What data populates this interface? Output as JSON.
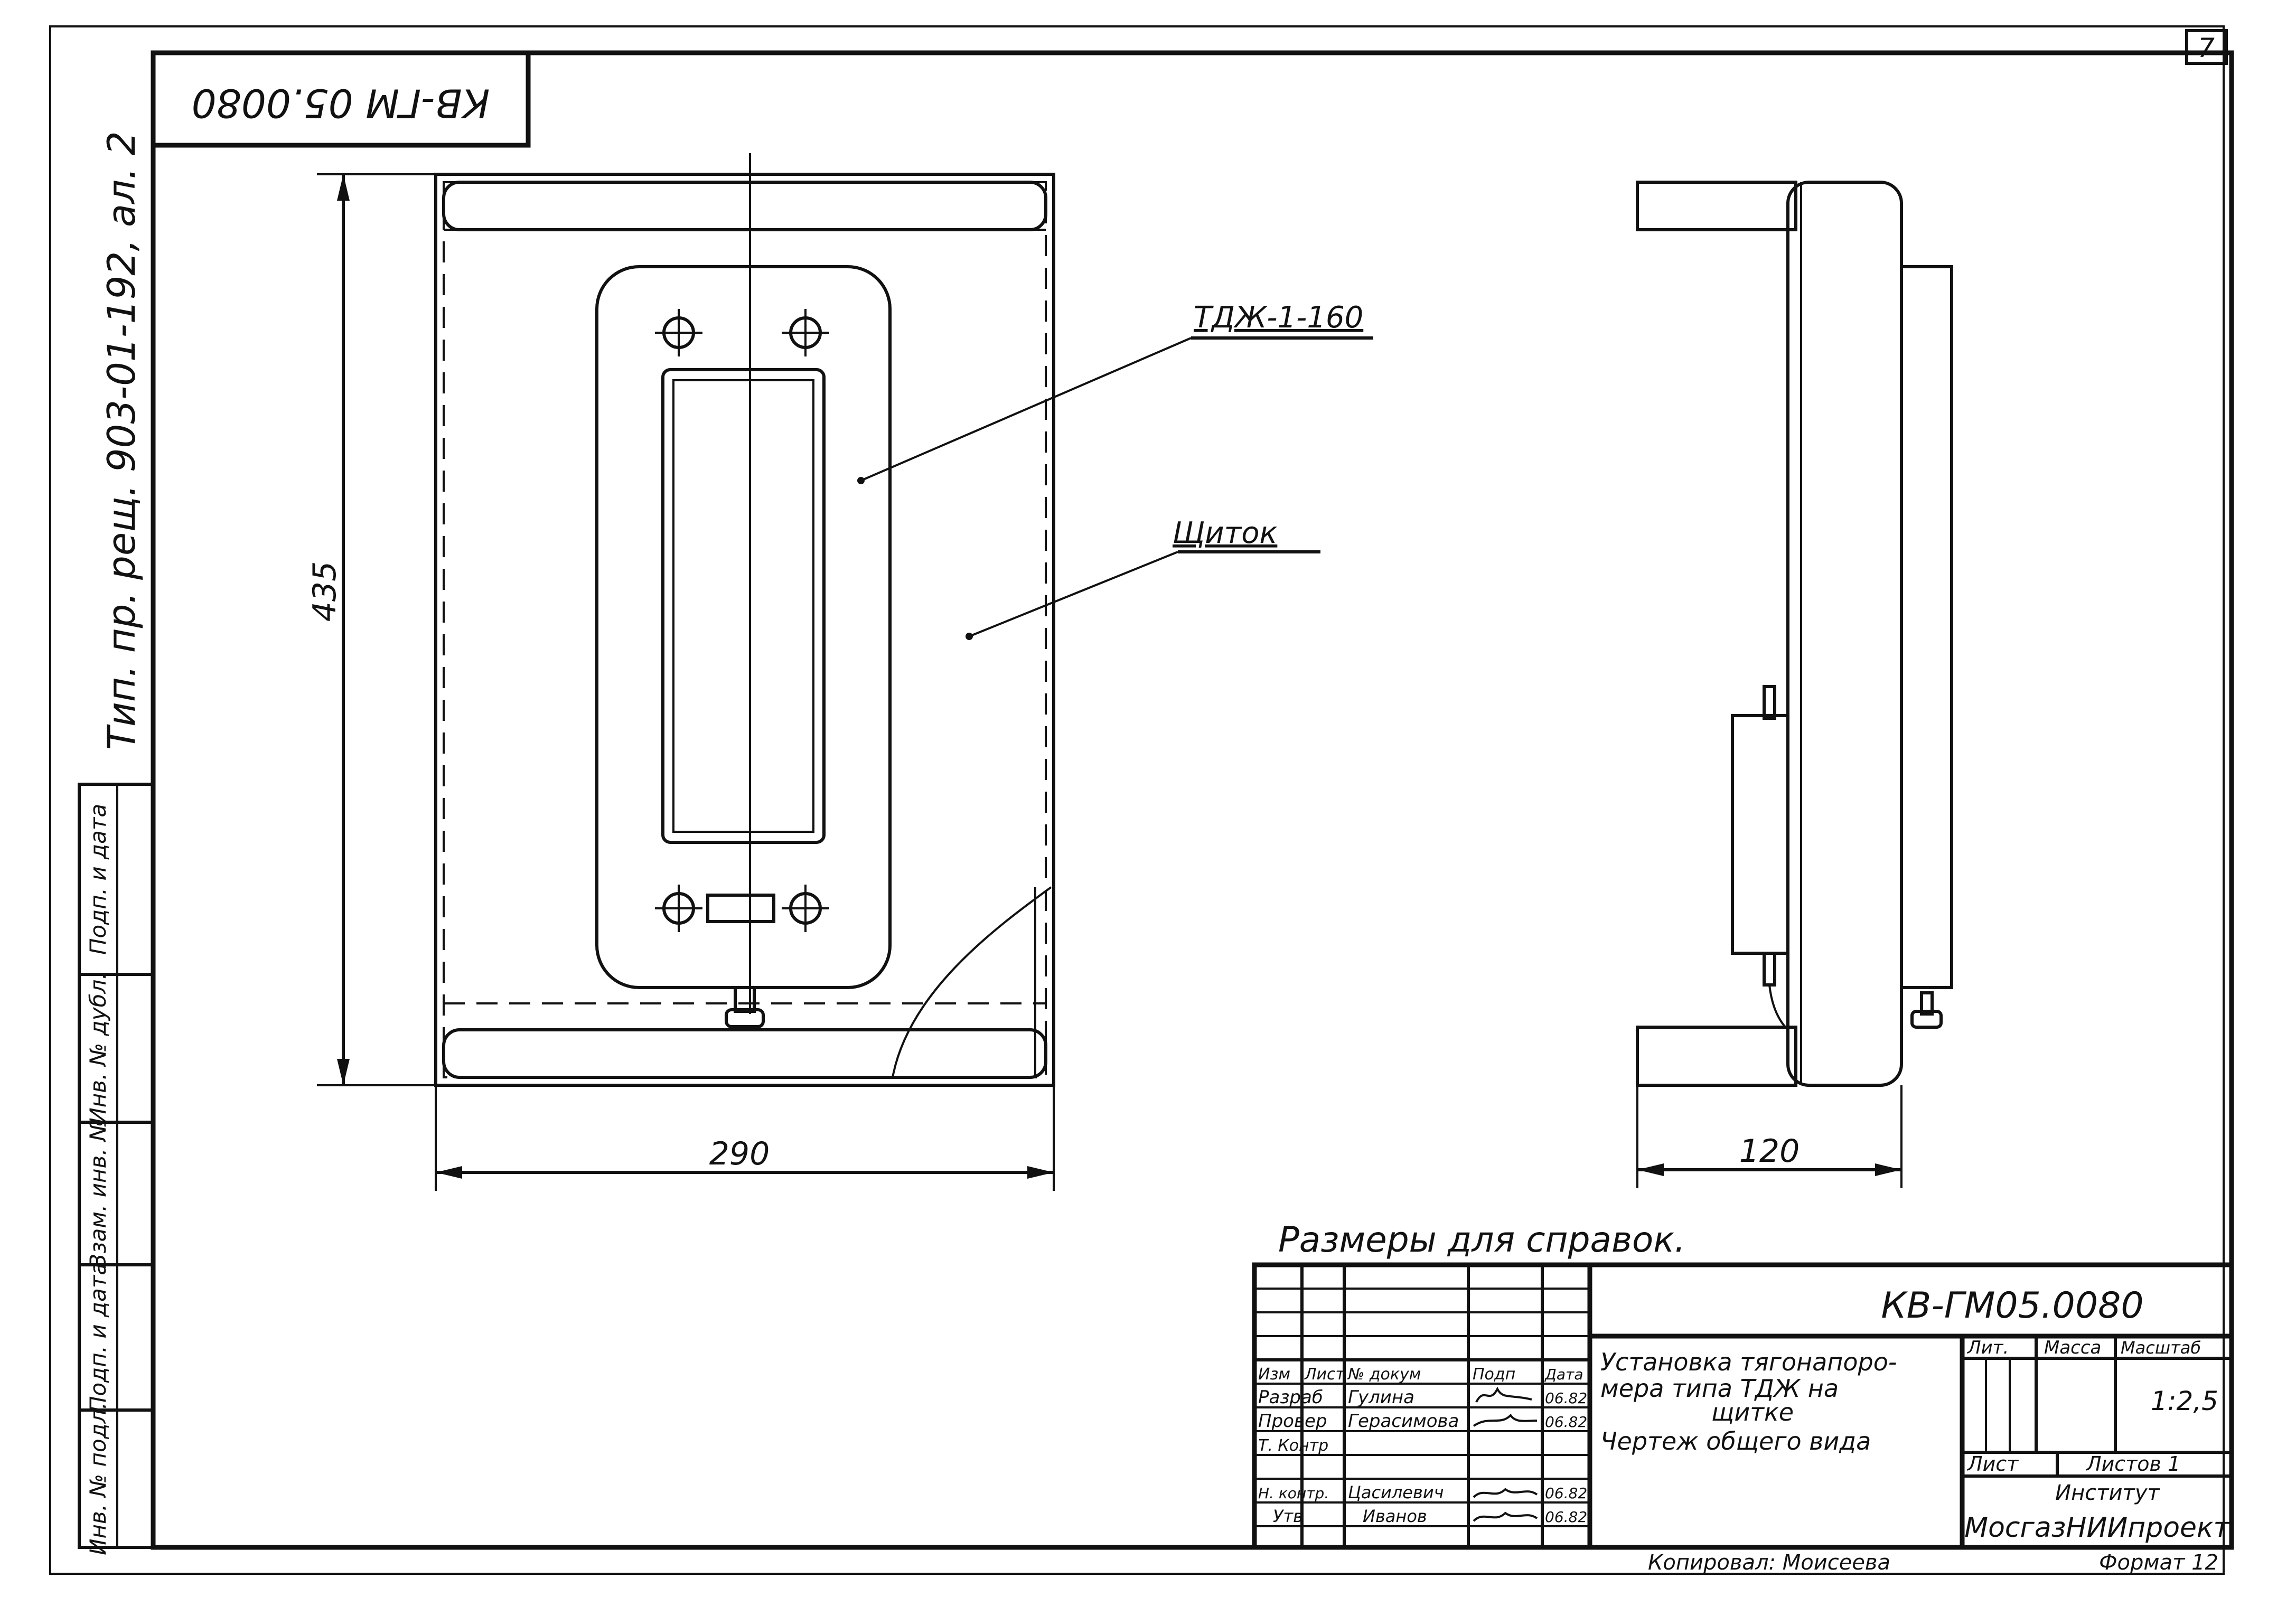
{
  "sheet": {
    "page_number": "7",
    "stamp_code_rotated": "КВ-ГМ 05.0080",
    "reference_note": "Тип. пр. рещ. 903-01-192, ал. 2"
  },
  "side_columns": [
    "Подп. и дата",
    "Инв. № дубл.",
    "Взам. инв. №",
    "Подп. и дата",
    "Инв. № подл."
  ],
  "front_view": {
    "callout_device": "ТДЖ-1-160",
    "callout_panel": "Щиток",
    "dim_height": "435",
    "dim_width": "290"
  },
  "side_view": {
    "dim_depth": "120"
  },
  "notes": {
    "reference_dims": "Размеры для справок."
  },
  "title_block": {
    "code": "КВ-ГМ05.0080",
    "title_line1": "Установка тягонапоро-",
    "title_line2": "мера типа ТДЖ на",
    "title_line3": "щитке",
    "drawing_type": "Чертеж общего вида",
    "col_izm": "Изм",
    "col_list": "Лист",
    "col_docum": "№ докум",
    "col_podp": "Подп",
    "col_data": "Дата",
    "roles": [
      {
        "role": "Разраб",
        "name": "Гулина",
        "date": "06.82"
      },
      {
        "role": "Провер",
        "name": "Герасимова",
        "date": "06.82"
      },
      {
        "role": "Т. Контр",
        "name": "",
        "date": ""
      },
      {
        "role": "",
        "name": "",
        "date": ""
      },
      {
        "role": "Н. контр.",
        "name": "Цасилевич",
        "date": "06.82"
      },
      {
        "role": "Утв",
        "name": "Иванов",
        "date": "06.82"
      }
    ],
    "lit_label": "Лит.",
    "mass_label": "Масса",
    "scale_label": "Масштаб",
    "scale_value": "1:2,5",
    "sheet_label": "Лист",
    "sheets_label": "Листов 1",
    "institute_label": "Институт",
    "institute_name": "МосгазНИИпроект"
  },
  "footer": {
    "copied_by": "Копировал: Моисеева",
    "format": "Формат 12"
  }
}
